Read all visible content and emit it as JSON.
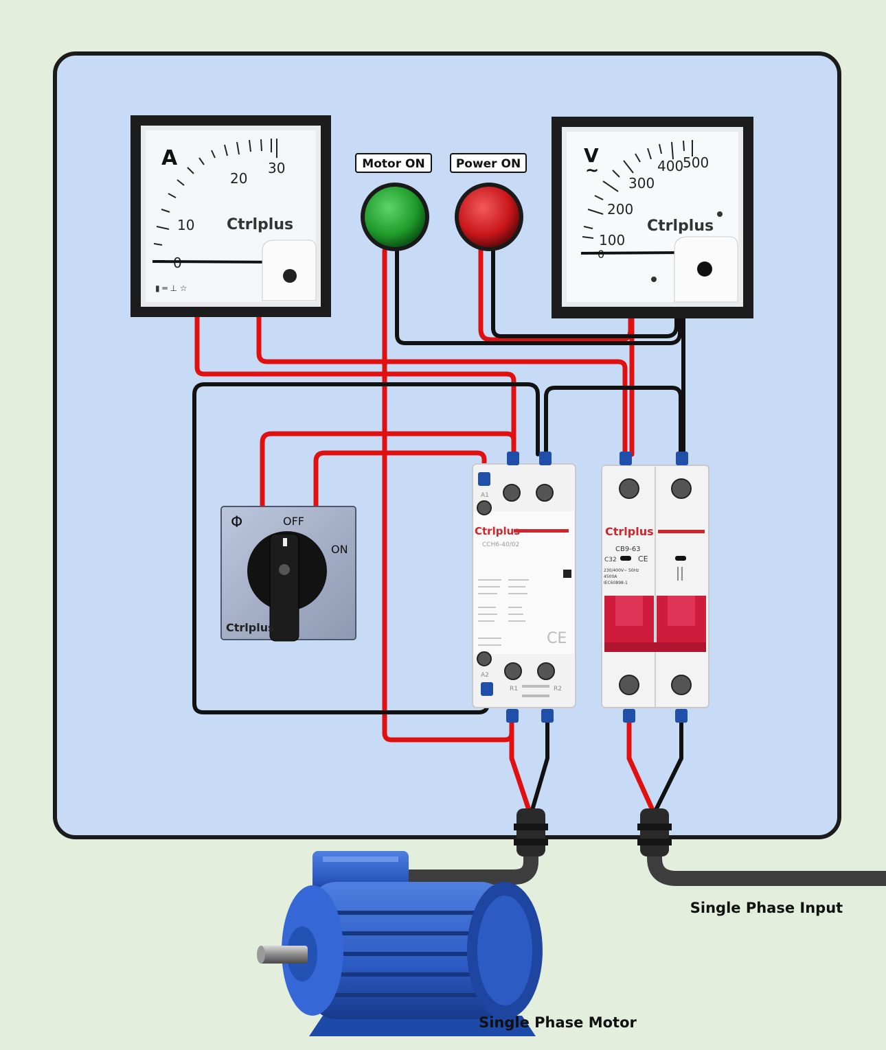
{
  "labels": {
    "motor_on": "Motor ON",
    "power_on": "Power ON",
    "single_phase_input": "Single Phase Input",
    "single_phase_motor": "Single Phase Motor"
  },
  "ammeter": {
    "unit": "A",
    "brand": "Ctrlplus",
    "scale": [
      "0",
      "10",
      "20",
      "30"
    ]
  },
  "voltmeter": {
    "unit": "V",
    "ac_symbol": "~",
    "brand": "Ctrlplus",
    "scale": [
      "0",
      "100",
      "200",
      "300",
      "400",
      "500"
    ]
  },
  "selector_switch": {
    "symbol": "Φ",
    "off_label": "OFF",
    "on_label": "ON",
    "brand": "Ctrlplus"
  },
  "contactor": {
    "brand": "Ctrlplus",
    "model": "CCH6-40/02",
    "ce_mark": "CE",
    "terminal_a1": "A1",
    "terminal_a2": "A2",
    "terminal_r1": "R1",
    "terminal_r2": "R2"
  },
  "mcb": {
    "brand": "Ctrlplus",
    "model": "CB9-63",
    "rating": "C32",
    "ce_mark": "CE",
    "spec1": "230/400V~ 50Hz",
    "spec2": "4500A",
    "spec3": "IEC60898-1"
  },
  "colors": {
    "panel": "#c8dbf6",
    "background": "#e4eedd",
    "live_wire": "#e01010",
    "neutral_wire": "#111111",
    "motor_on_lamp": "#1f9a2a",
    "power_on_lamp": "#c8161a",
    "mcb_handle": "#cf1c3c",
    "motor_body": "#2c5bc4"
  },
  "icons": {
    "motor": "electric-motor-icon",
    "lamp_green": "indicator-lamp-icon",
    "lamp_red": "indicator-lamp-icon"
  }
}
